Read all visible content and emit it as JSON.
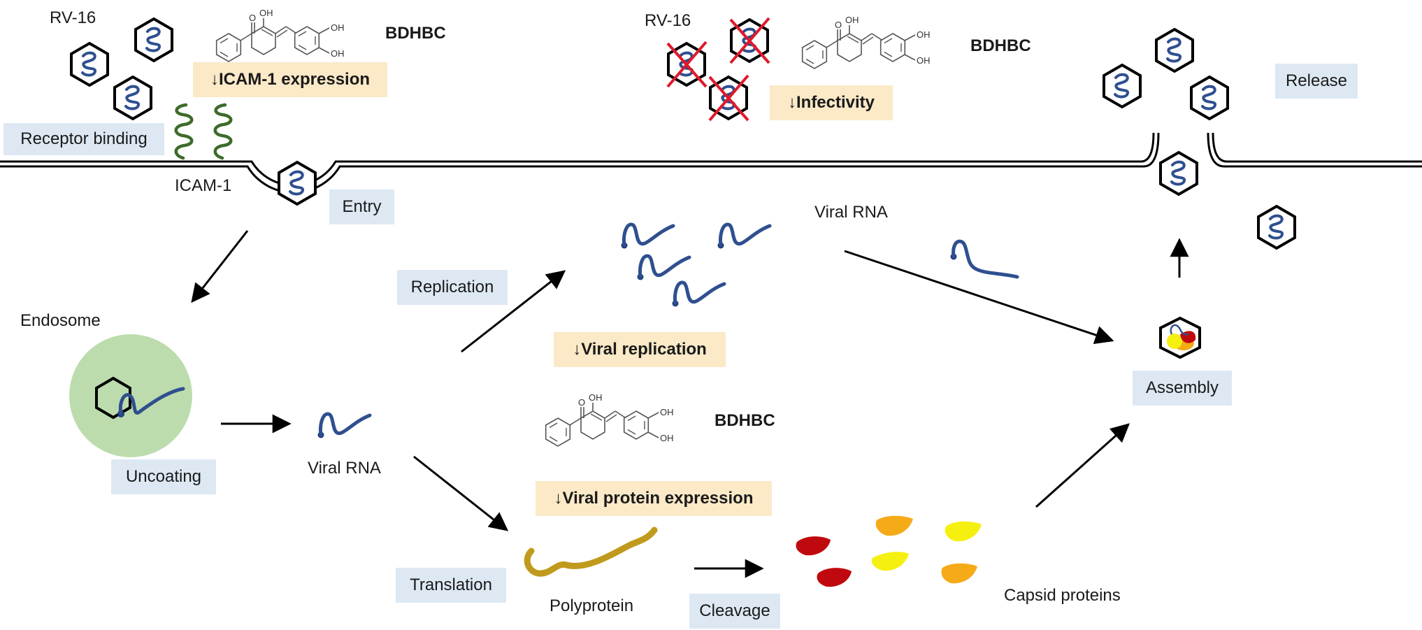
{
  "colors": {
    "step_box": "#dde8f3",
    "effect_box": "#fbe9c7",
    "virus_rna": "#2f4f8f",
    "icam": "#3d6b2a",
    "endosome": "#bcdcae",
    "cross": "#e0192a",
    "polyprotein": "#c09a1c",
    "capsid_red": "#c0090f",
    "capsid_orange": "#f5aa18",
    "capsid_yellow": "#f5f00f"
  },
  "labels": {
    "rv16_left": "RV-16",
    "rv16_right": "RV-16",
    "bdhbc_1": "BDHBC",
    "bdhbc_2": "BDHBC",
    "bdhbc_3": "BDHBC",
    "icam1": "ICAM-1",
    "endosome": "Endosome",
    "viral_rna_1": "Viral RNA",
    "viral_rna_2": "Viral RNA",
    "polyprotein": "Polyprotein",
    "capsid_proteins": "Capsid proteins"
  },
  "steps": {
    "receptor_binding": "Receptor binding",
    "entry": "Entry",
    "uncoating": "Uncoating",
    "replication": "Replication",
    "translation": "Translation",
    "cleavage": "Cleavage",
    "assembly": "Assembly",
    "release": "Release"
  },
  "effects": {
    "icam_expression": "↓ICAM-1 expression",
    "infectivity": "↓Infectivity",
    "viral_replication": "↓Viral replication",
    "viral_protein_expression": "↓Viral protein expression"
  },
  "molecule": {
    "o_label": "O",
    "oh_label": "OH"
  }
}
